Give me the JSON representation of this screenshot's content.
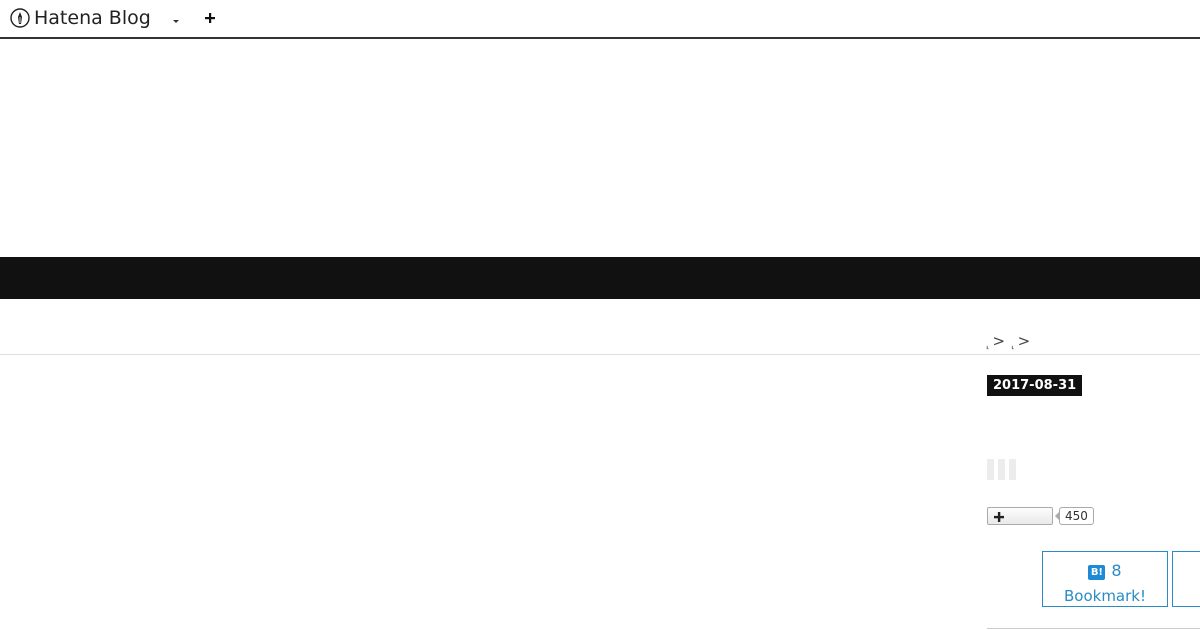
{
  "header": {
    "logo_text": "Hatena Blog",
    "logo_icon": "hatena-pen-icon",
    "dropdown_icon": "caret-down-icon",
    "add_icon": "plus-icon"
  },
  "breadcrumb": {
    "items": [
      {
        "mark": "⸤",
        "separator": ">"
      },
      {
        "mark": "⸤",
        "separator": ">"
      }
    ]
  },
  "entry": {
    "date": "2017-08-31"
  },
  "share": {
    "add_icon": "plus-icon",
    "count": "450"
  },
  "bookmark": {
    "icon_text": "B!",
    "count": "8",
    "label": "Bookmark!",
    "accent_color": "#2b8bc6"
  },
  "colors": {
    "banner": "#111111",
    "date_badge_bg": "#111111"
  }
}
